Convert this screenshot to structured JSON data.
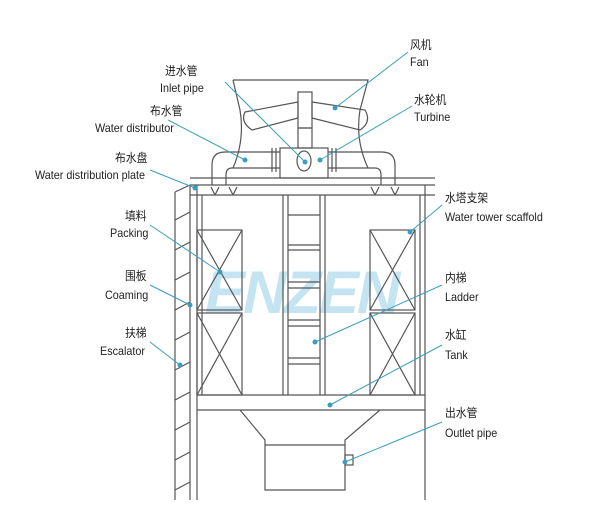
{
  "watermark": "ENZEN",
  "labels": [
    {
      "id": "fan",
      "zh": "风机",
      "en": "Fan"
    },
    {
      "id": "inlet-pipe",
      "zh": "进水管",
      "en": "Inlet pipe"
    },
    {
      "id": "turbine",
      "zh": "水轮机",
      "en": "Turbine"
    },
    {
      "id": "water-distributor",
      "zh": "布水管",
      "en": "Water distributor"
    },
    {
      "id": "water-distribution-plate",
      "zh": "布水盘",
      "en": "Water distribution plate"
    },
    {
      "id": "water-tower-scaffold",
      "zh": "水塔支架",
      "en": "Water tower scaffold"
    },
    {
      "id": "packing",
      "zh": "填料",
      "en": "Packing"
    },
    {
      "id": "coaming",
      "zh": "围板",
      "en": "Coaming"
    },
    {
      "id": "ladder",
      "zh": "内梯",
      "en": "Ladder"
    },
    {
      "id": "escalator",
      "zh": "扶梯",
      "en": "Escalator"
    },
    {
      "id": "tank",
      "zh": "水缸",
      "en": "Tank"
    },
    {
      "id": "outlet-pipe",
      "zh": "出水管",
      "en": "Outlet pipe"
    }
  ],
  "colors": {
    "line": "#555555",
    "leader": "#3a9dc0"
  }
}
